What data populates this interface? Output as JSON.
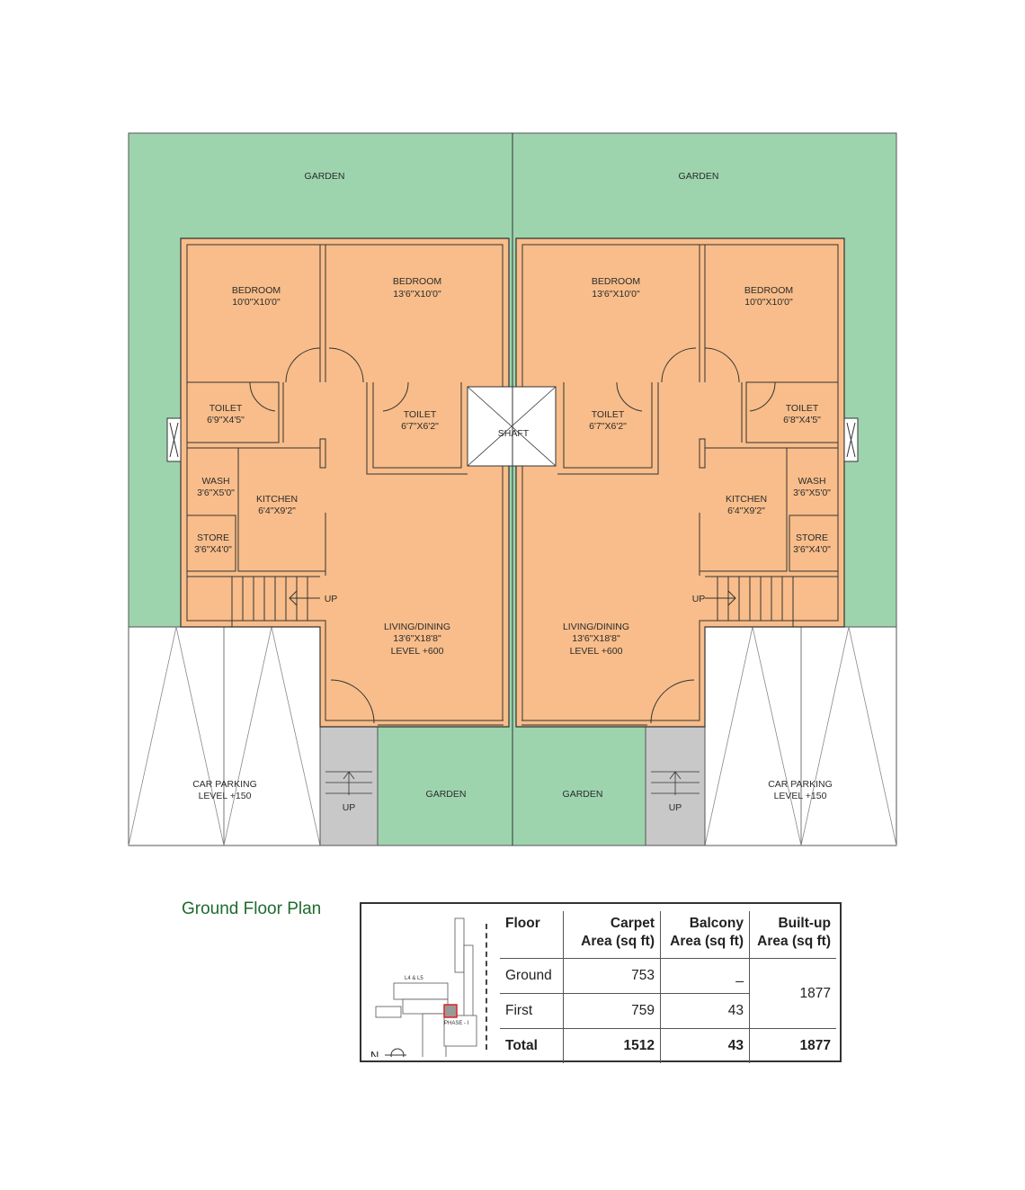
{
  "colors": {
    "garden": "#9dd4ae",
    "interior": "#f8bd8a",
    "stair": "#c8c8c8",
    "title": "#1e6b2e"
  },
  "plan": {
    "garden_top_left": "GARDEN",
    "garden_top_right": "GARDEN",
    "garden_front_left": "GARDEN",
    "garden_front_right": "GARDEN",
    "shaft": "SHAFT",
    "left": {
      "bedroom1": {
        "name": "BEDROOM",
        "size": "10'0\"X10'0\""
      },
      "bedroom2": {
        "name": "BEDROOM",
        "size": "13'6\"X10'0\""
      },
      "toilet1": {
        "name": "TOILET",
        "size": "6'9\"X4'5\""
      },
      "toilet2": {
        "name": "TOILET",
        "size": "6'7\"X6'2\""
      },
      "wash": {
        "name": "WASH",
        "size": "3'6\"X5'0\""
      },
      "kitchen": {
        "name": "KITCHEN",
        "size": "6'4\"X9'2\""
      },
      "store": {
        "name": "STORE",
        "size": "3'6\"X4'0\""
      },
      "living": {
        "name": "LIVING/DINING",
        "size": "13'6\"X18'8\"",
        "level": "LEVEL +600"
      },
      "parking": {
        "name": "CAR PARKING",
        "level": "LEVEL +150"
      },
      "stair_up": "UP",
      "entry_up": "UP"
    },
    "right": {
      "bedroom1": {
        "name": "BEDROOM",
        "size": "10'0\"X10'0\""
      },
      "bedroom2": {
        "name": "BEDROOM",
        "size": "13'6\"X10'0\""
      },
      "toilet1": {
        "name": "TOILET",
        "size": "6'8\"X4'5\""
      },
      "toilet2": {
        "name": "TOILET",
        "size": "6'7\"X6'2\""
      },
      "wash": {
        "name": "WASH",
        "size": "3'6\"X5'0\""
      },
      "kitchen": {
        "name": "KITCHEN",
        "size": "6'4\"X9'2\""
      },
      "store": {
        "name": "STORE",
        "size": "3'6\"X4'0\""
      },
      "living": {
        "name": "LIVING/DINING",
        "size": "13'6\"X18'8\"",
        "level": "LEVEL +600"
      },
      "parking": {
        "name": "CAR PARKING",
        "level": "LEVEL +150"
      },
      "stair_up": "UP",
      "entry_up": "UP"
    }
  },
  "title": "Ground Floor Plan",
  "keyplan": {
    "label_block": "L4 & L5",
    "label_phase": "PHASE - I",
    "north": "N"
  },
  "area_table": {
    "headers": [
      "Floor",
      "Carpet\nArea (sq ft)",
      "Balcony\nArea (sq ft)",
      "Built-up\nArea (sq ft)"
    ],
    "h_floor": "Floor",
    "h_carpet_1": "Carpet",
    "h_carpet_2": "Area (sq ft)",
    "h_balcony_1": "Balcony",
    "h_balcony_2": "Area (sq ft)",
    "h_built_1": "Built-up",
    "h_built_2": "Area (sq ft)",
    "rows": [
      {
        "floor": "Ground",
        "carpet": "753",
        "balcony": "_",
        "builtup": "1877"
      },
      {
        "floor": "First",
        "carpet": "759",
        "balcony": "43"
      }
    ],
    "total": {
      "floor": "Total",
      "carpet": "1512",
      "balcony": "43",
      "builtup": "1877"
    }
  }
}
